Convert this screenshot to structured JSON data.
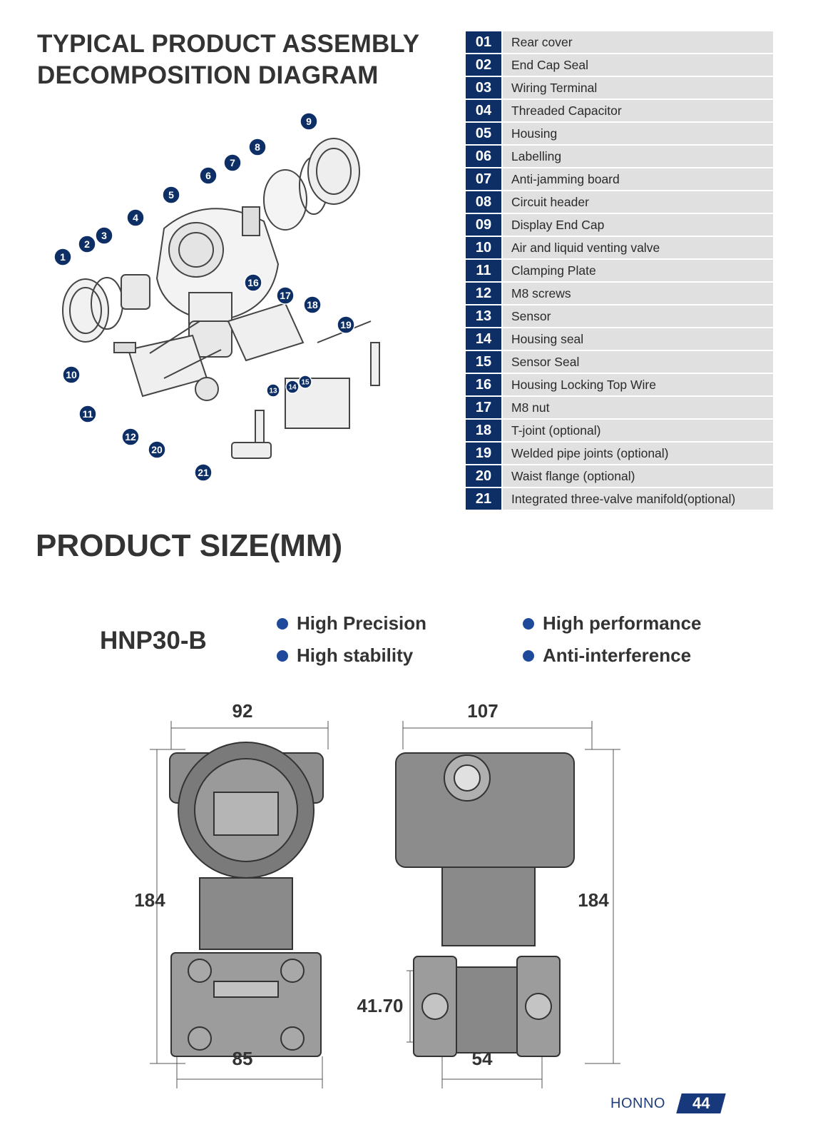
{
  "assembly": {
    "title_line1": "TYPICAL PRODUCT ASSEMBLY",
    "title_line2": "DECOMPOSITION DIAGRAM",
    "parts": [
      {
        "num": "01",
        "label": "Rear cover"
      },
      {
        "num": "02",
        "label": "End Cap Seal"
      },
      {
        "num": "03",
        "label": "Wiring Terminal"
      },
      {
        "num": "04",
        "label": "Threaded Capacitor"
      },
      {
        "num": "05",
        "label": "Housing"
      },
      {
        "num": "06",
        "label": "Labelling"
      },
      {
        "num": "07",
        "label": "Anti-jamming board"
      },
      {
        "num": "08",
        "label": "Circuit header"
      },
      {
        "num": "09",
        "label": "Display End Cap"
      },
      {
        "num": "10",
        "label": "Air and liquid venting valve"
      },
      {
        "num": "11",
        "label": "Clamping Plate"
      },
      {
        "num": "12",
        "label": "M8 screws"
      },
      {
        "num": "13",
        "label": "Sensor"
      },
      {
        "num": "14",
        "label": "Housing seal"
      },
      {
        "num": "15",
        "label": "Sensor Seal"
      },
      {
        "num": "16",
        "label": "Housing Locking Top Wire"
      },
      {
        "num": "17",
        "label": "M8 nut"
      },
      {
        "num": "18",
        "label": "T-joint (optional)"
      },
      {
        "num": "19",
        "label": "Welded pipe joints (optional)"
      },
      {
        "num": "20",
        "label": "Waist flange (optional)"
      },
      {
        "num": "21",
        "label": "Integrated three-valve manifold(optional)"
      }
    ],
    "callouts": [
      "1",
      "2",
      "3",
      "4",
      "5",
      "6",
      "7",
      "8",
      "9",
      "10",
      "11",
      "12",
      "13",
      "14",
      "15",
      "16",
      "17",
      "18",
      "19",
      "20",
      "21"
    ]
  },
  "size": {
    "title": "PRODUCT SIZE(MM)",
    "model": "HNP30-B",
    "features": [
      "High Precision",
      "High stability",
      "High performance",
      "Anti-interference"
    ],
    "dimensions": {
      "front_top_width": "92",
      "front_height": "184",
      "front_bottom_width": "85",
      "side_top_width": "107",
      "side_height": "184",
      "side_port_spacing": "41.70",
      "side_bottom_width": "54"
    }
  },
  "footer": {
    "brand": "HONNO",
    "page": "44"
  },
  "colors": {
    "navy": "#0e2f66",
    "row_bg": "#e0e0e0",
    "bullet": "#1f4a9c"
  }
}
